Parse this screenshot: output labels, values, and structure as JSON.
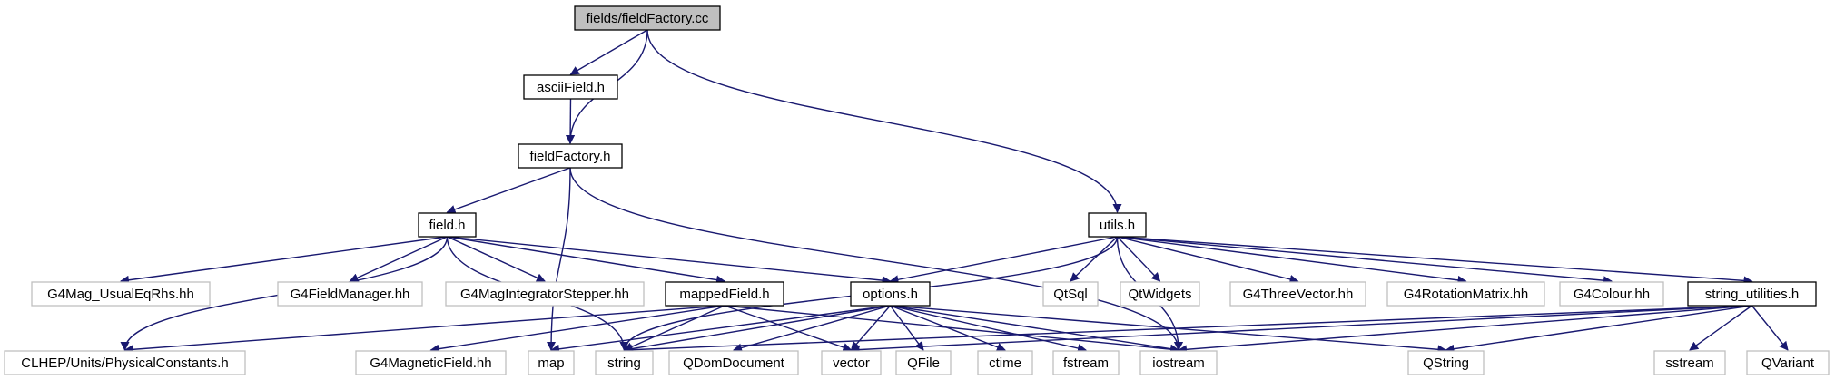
{
  "colors": {
    "edge": "#191970",
    "box_border": "#000000",
    "external_border": "#bfbfbf",
    "root_fill": "#bfbfbf",
    "text": "#000000"
  },
  "nodes": [
    {
      "id": "root",
      "label": "fields/fieldFactory.cc",
      "kind": "root"
    },
    {
      "id": "asciiField",
      "label": "asciiField.h",
      "kind": "header"
    },
    {
      "id": "fieldFactory",
      "label": "fieldFactory.h",
      "kind": "header"
    },
    {
      "id": "field",
      "label": "field.h",
      "kind": "header"
    },
    {
      "id": "utils",
      "label": "utils.h",
      "kind": "header"
    },
    {
      "id": "mappedField",
      "label": "mappedField.h",
      "kind": "header"
    },
    {
      "id": "options",
      "label": "options.h",
      "kind": "header"
    },
    {
      "id": "string_utilities",
      "label": "string_utilities.h",
      "kind": "header"
    },
    {
      "id": "G4Mag_UsualEqRhs",
      "label": "G4Mag_UsualEqRhs.hh",
      "kind": "external"
    },
    {
      "id": "G4FieldManager",
      "label": "G4FieldManager.hh",
      "kind": "external"
    },
    {
      "id": "G4MagIntegratorStepper",
      "label": "G4MagIntegratorStepper.hh",
      "kind": "external"
    },
    {
      "id": "QtSql",
      "label": "QtSql",
      "kind": "external"
    },
    {
      "id": "QtWidgets",
      "label": "QtWidgets",
      "kind": "external"
    },
    {
      "id": "G4ThreeVector",
      "label": "G4ThreeVector.hh",
      "kind": "external"
    },
    {
      "id": "G4RotationMatrix",
      "label": "G4RotationMatrix.hh",
      "kind": "external"
    },
    {
      "id": "G4Colour",
      "label": "G4Colour.hh",
      "kind": "external"
    },
    {
      "id": "CLHEP",
      "label": "CLHEP/Units/PhysicalConstants.h",
      "kind": "external"
    },
    {
      "id": "G4MagneticField",
      "label": "G4MagneticField.hh",
      "kind": "external"
    },
    {
      "id": "map",
      "label": "map",
      "kind": "external"
    },
    {
      "id": "string",
      "label": "string",
      "kind": "external"
    },
    {
      "id": "QDomDocument",
      "label": "QDomDocument",
      "kind": "external"
    },
    {
      "id": "vector",
      "label": "vector",
      "kind": "external"
    },
    {
      "id": "QFile",
      "label": "QFile",
      "kind": "external"
    },
    {
      "id": "ctime",
      "label": "ctime",
      "kind": "external"
    },
    {
      "id": "fstream",
      "label": "fstream",
      "kind": "external"
    },
    {
      "id": "iostream",
      "label": "iostream",
      "kind": "external"
    },
    {
      "id": "QString",
      "label": "QString",
      "kind": "external"
    },
    {
      "id": "sstream",
      "label": "sstream",
      "kind": "external"
    },
    {
      "id": "QVariant",
      "label": "QVariant",
      "kind": "external"
    }
  ],
  "edges": [
    [
      "root",
      "asciiField"
    ],
    [
      "root",
      "fieldFactory"
    ],
    [
      "root",
      "utils"
    ],
    [
      "asciiField",
      "fieldFactory"
    ],
    [
      "fieldFactory",
      "field"
    ],
    [
      "fieldFactory",
      "map"
    ],
    [
      "fieldFactory",
      "iostream"
    ],
    [
      "field",
      "G4Mag_UsualEqRhs"
    ],
    [
      "field",
      "G4FieldManager"
    ],
    [
      "field",
      "G4MagIntegratorStepper"
    ],
    [
      "field",
      "mappedField"
    ],
    [
      "field",
      "options"
    ],
    [
      "field",
      "CLHEP"
    ],
    [
      "field",
      "string"
    ],
    [
      "utils",
      "string"
    ],
    [
      "utils",
      "options"
    ],
    [
      "utils",
      "iostream"
    ],
    [
      "utils",
      "QtSql"
    ],
    [
      "utils",
      "QtWidgets"
    ],
    [
      "utils",
      "G4ThreeVector"
    ],
    [
      "utils",
      "G4RotationMatrix"
    ],
    [
      "utils",
      "G4Colour"
    ],
    [
      "utils",
      "string_utilities"
    ],
    [
      "mappedField",
      "CLHEP"
    ],
    [
      "mappedField",
      "G4MagneticField"
    ],
    [
      "mappedField",
      "string"
    ],
    [
      "mappedField",
      "vector"
    ],
    [
      "mappedField",
      "iostream"
    ],
    [
      "options",
      "map"
    ],
    [
      "options",
      "string"
    ],
    [
      "options",
      "QDomDocument"
    ],
    [
      "options",
      "vector"
    ],
    [
      "options",
      "QFile"
    ],
    [
      "options",
      "ctime"
    ],
    [
      "options",
      "fstream"
    ],
    [
      "options",
      "iostream"
    ],
    [
      "options",
      "QString"
    ],
    [
      "string_utilities",
      "string"
    ],
    [
      "string_utilities",
      "vector"
    ],
    [
      "string_utilities",
      "iostream"
    ],
    [
      "string_utilities",
      "QString"
    ],
    [
      "string_utilities",
      "sstream"
    ],
    [
      "string_utilities",
      "QVariant"
    ]
  ]
}
